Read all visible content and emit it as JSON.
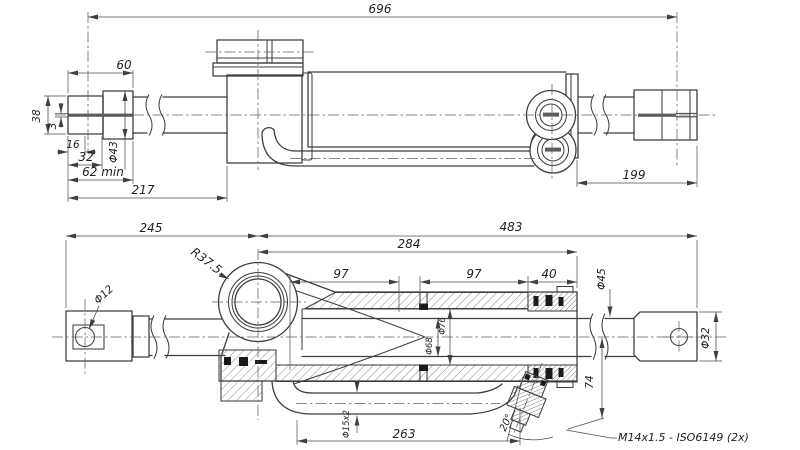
{
  "drawing": {
    "colors": {
      "background": "#ffffff",
      "line": "#3f3f3f",
      "dim_text": "#1f1f1f"
    },
    "top_view": {
      "name": "side-elevation",
      "dims": {
        "overall": "696",
        "end_shoulder": "60",
        "fork_height": "38",
        "slot_width": "3",
        "step": "16",
        "fork_length": "32",
        "rod_dia": "Φ43",
        "min_length": "62 min",
        "left_assembly": "217",
        "right_rod": "199"
      }
    },
    "bottom_view": {
      "name": "section-view",
      "dims": {
        "left_span": "245",
        "right_span": "483",
        "head_span": "284",
        "eye_radius": "R37.5",
        "seg_a": "97",
        "seg_b": "97",
        "gland_len": "40",
        "rod_dia": "Φ45",
        "pin_hole": "Φ12",
        "bore_dia": "Φ76",
        "tube_dia": "Φ68",
        "end_dia": "Φ32",
        "port_offset": "74",
        "pipe_dia": "Φ15x2",
        "pipe_len": "263",
        "port_angle": "20°",
        "port_thread": "M14x1.5 - ISO6149 (2x)"
      }
    }
  }
}
